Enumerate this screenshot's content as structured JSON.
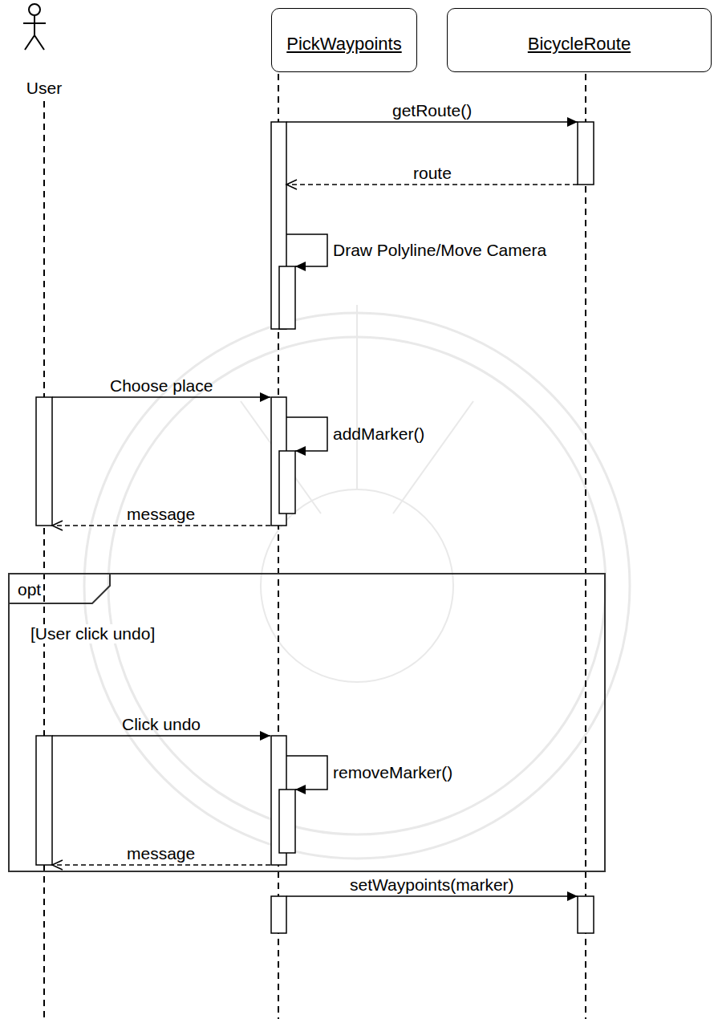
{
  "diagram": {
    "nodes": [
      {
        "text": [
          "User"
        ]
      },
      {
        "text": [
          "PickWaypoints"
        ]
      },
      {
        "text": [
          "BicycleRoute"
        ]
      },
      {
        "text": [
          "opt",
          "[User click undo]"
        ]
      }
    ],
    "edges": [
      {
        "from": 1,
        "to": 2,
        "label": "getRoute()",
        "arrow": "to"
      },
      {
        "from": 2,
        "to": 1,
        "label": "route",
        "arrow": "to"
      },
      {
        "from": 1,
        "to": 1,
        "label": "Draw Polyline/Move Camera",
        "arrow": "to"
      },
      {
        "from": 0,
        "to": 1,
        "label": "Choose place",
        "arrow": "to"
      },
      {
        "from": 1,
        "to": 1,
        "label": "addMarker()",
        "arrow": "to"
      },
      {
        "from": 1,
        "to": 0,
        "label": "message",
        "arrow": "to"
      },
      {
        "from": 0,
        "to": 1,
        "label": "Click undo",
        "arrow": "to"
      },
      {
        "from": 1,
        "to": 1,
        "label": "removeMarker()",
        "arrow": "to"
      },
      {
        "from": 1,
        "to": 0,
        "label": "message",
        "arrow": "to"
      },
      {
        "from": 1,
        "to": 2,
        "label": "setWaypoints(marker)",
        "arrow": "to"
      }
    ]
  }
}
